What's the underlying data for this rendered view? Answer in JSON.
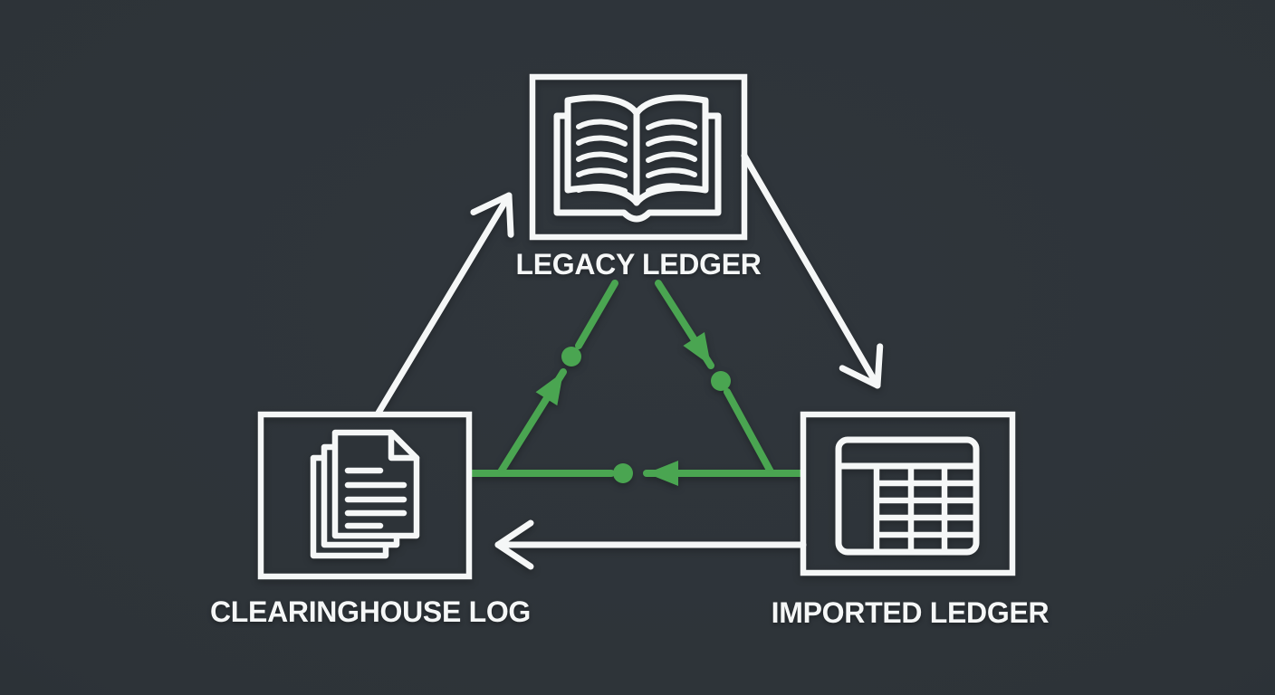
{
  "diagram": {
    "background_color": "#2d3338",
    "line_color_white": "#f5f7f7",
    "accent_color_green": "#4aa551",
    "nodes": [
      {
        "id": "legacy-ledger",
        "label": "LEGACY LEDGER",
        "icon": "open-book-icon"
      },
      {
        "id": "clearinghouse-log",
        "label": "CLEARINGHOUSE LOG",
        "icon": "stacked-documents-icon"
      },
      {
        "id": "imported-ledger",
        "label": "IMPORTED LEDGER",
        "icon": "spreadsheet-table-icon"
      }
    ],
    "edges": {
      "white_arrows": [
        {
          "from": "clearinghouse-log",
          "to": "legacy-ledger"
        },
        {
          "from": "legacy-ledger",
          "to": "imported-ledger"
        },
        {
          "from": "imported-ledger",
          "to": "clearinghouse-log"
        }
      ],
      "green_cycle": [
        {
          "from": "clearinghouse-log",
          "to": "legacy-ledger",
          "marker": "arrowhead-and-dot"
        },
        {
          "from": "legacy-ledger",
          "to": "imported-ledger",
          "marker": "arrowhead-and-dot"
        },
        {
          "from": "imported-ledger",
          "to": "clearinghouse-log",
          "marker": "arrowhead-and-dot"
        }
      ]
    }
  }
}
